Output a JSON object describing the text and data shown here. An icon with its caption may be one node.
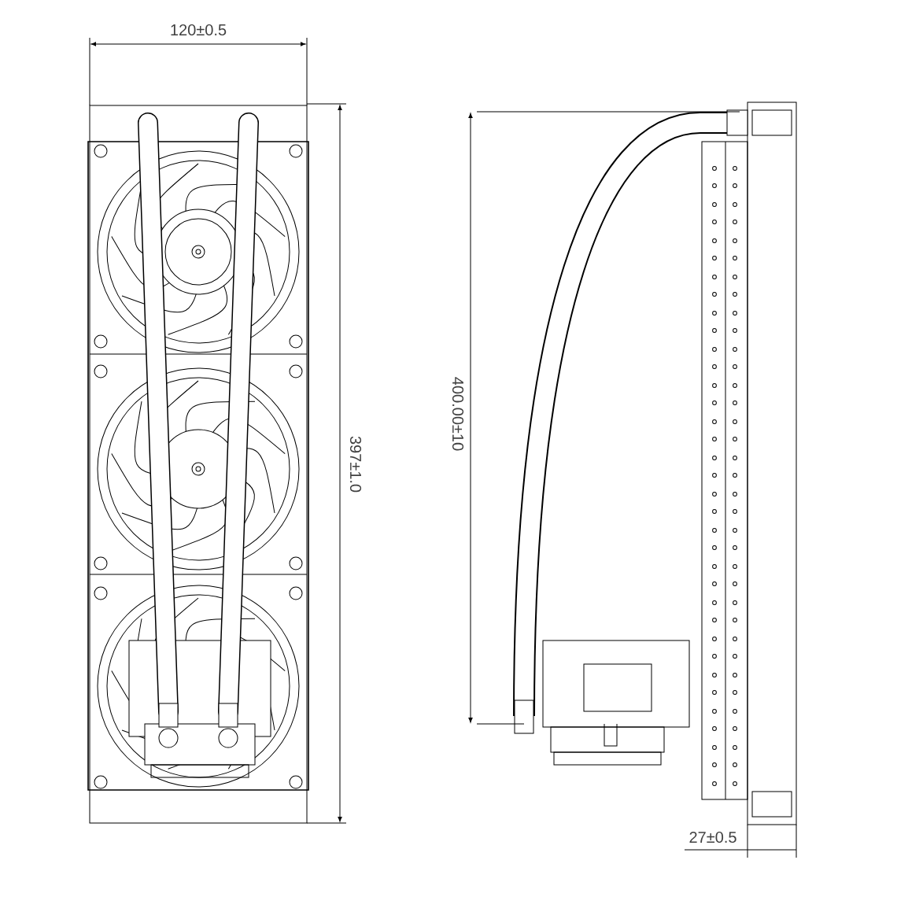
{
  "diagram": {
    "labels": [
      "120±0.5",
      "397±1.0",
      "400.00±10",
      "27±0.5"
    ]
  }
}
